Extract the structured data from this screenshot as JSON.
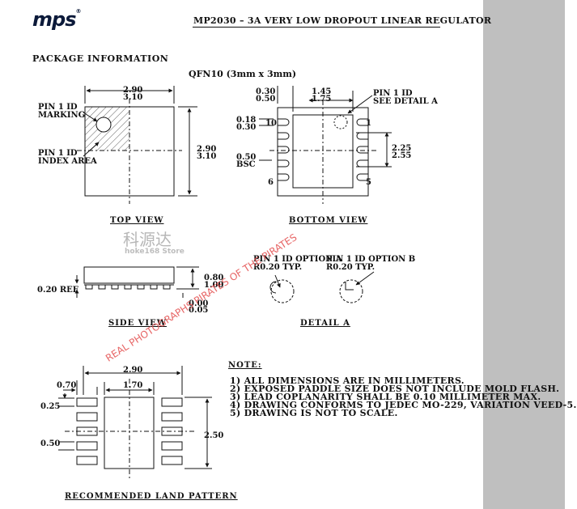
{
  "header": {
    "logo": "mps",
    "registered_mark": "®",
    "title": "MP2030 – 3A VERY LOW DROPOUT LINEAR REGULATOR"
  },
  "section": {
    "title": "PACKAGE INFORMATION",
    "package": "QFN10 (3mm x 3mm)"
  },
  "top_view": {
    "width_min": "2.90",
    "width_max": "3.10",
    "height_min": "2.90",
    "height_max": "3.10",
    "pin1_marking_line1": "PIN 1 ID",
    "pin1_marking_line2": "MARKING",
    "pin1_index_line1": "PIN 1 ID",
    "pin1_index_line2": "INDEX AREA",
    "caption": "TOP VIEW"
  },
  "bottom_view": {
    "dim_a_min": "0.30",
    "dim_a_max": "0.50",
    "dim_b_min": "1.45",
    "dim_b_max": "1.75",
    "dim_c_min": "0.18",
    "dim_c_max": "0.30",
    "pitch": "0.50",
    "pitch_note": "BSC",
    "dim_d_min": "2.25",
    "dim_d_max": "2.55",
    "pin_10": "10",
    "pin_1": "1",
    "pin_6": "6",
    "pin_5": "5",
    "pin1_id_line1": "PIN 1 ID",
    "pin1_id_line2": "SEE DETAIL A",
    "caption": "BOTTOM VIEW"
  },
  "side_view": {
    "ref": "0.20 REF",
    "height_min": "0.80",
    "height_max": "1.00",
    "standoff_min": "0.00",
    "standoff_max": "0.05",
    "caption": "SIDE VIEW"
  },
  "detail_a": {
    "option_a_line1": "PIN 1 ID OPTION A",
    "option_a_line2": "R0.20 TYP.",
    "option_b_line1": "PIN 1 ID OPTION B",
    "option_b_line2": "R0.20 TYP.",
    "caption": "DETAIL A"
  },
  "land_pattern": {
    "total_width": "2.90",
    "pad_span": "0.70",
    "inner_width": "1.70",
    "pad_width": "0.25",
    "pitch": "0.50",
    "height": "2.50",
    "caption": "RECOMMENDED LAND PATTERN"
  },
  "notes": {
    "title": "NOTE:",
    "items": [
      "1) ALL DIMENSIONS ARE IN MILLIMETERS.",
      "2) EXPOSED PADDLE SIZE DOES NOT INCLUDE MOLD FLASH.",
      "3) LEAD COPLANARITY SHALL BE 0.10 MILLIMETER MAX.",
      "4) DRAWING CONFORMS TO JEDEC MO-229, VARIATION VEED-5.",
      "5) DRAWING IS NOT TO SCALE."
    ]
  },
  "watermark": {
    "cn": "科源达",
    "store": "hoke168 Store",
    "diagonal": "REAL PHOTOGRAPHS PIRATES OF THE PIRATES"
  }
}
